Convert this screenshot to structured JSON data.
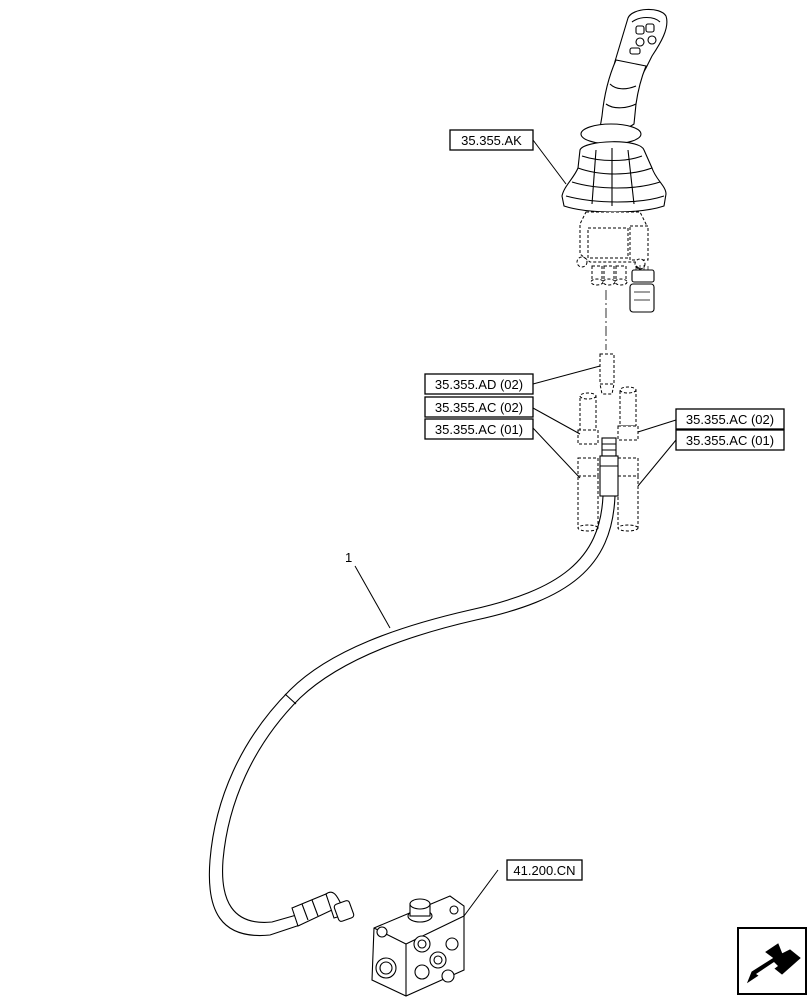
{
  "callouts": {
    "joystick": "35.355.AK",
    "adapter_ad02": "35.355.AD (02)",
    "left_ac02": "35.355.AC (02)",
    "left_ac01": "35.355.AC (01)",
    "right_ac02": "35.355.AC (02)",
    "right_ac01": "35.355.AC (01)",
    "valve_block": "41.200.CN"
  },
  "item_number": "1",
  "nav_icon": "next-page-arrow-icon"
}
